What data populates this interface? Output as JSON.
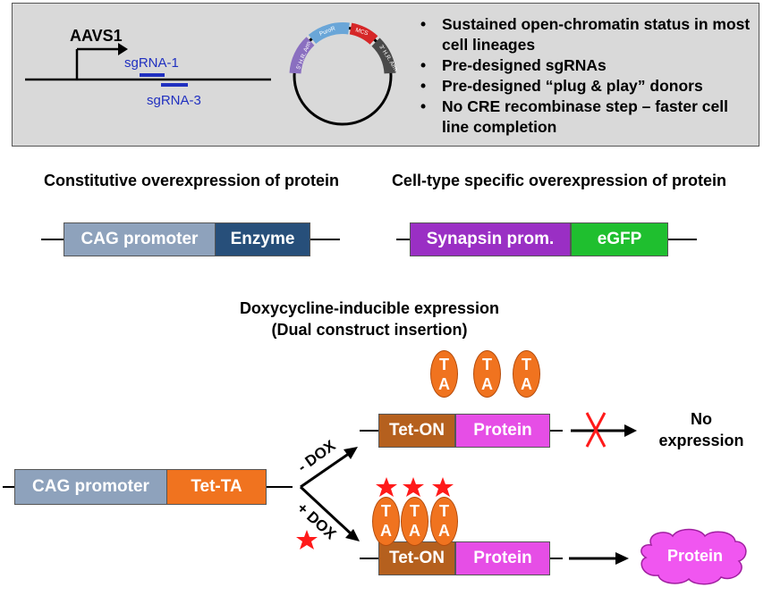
{
  "top_panel": {
    "locus": "AAVS1",
    "sgrna1": "sgRNA-1",
    "sgrna3": "sgRNA-3",
    "plasmid_segments": [
      "5' H.R. Arm",
      "PuroR",
      "MCS",
      "3' H.R. Arm"
    ],
    "bullets": [
      "Sustained open-chromatin status in most cell lineages",
      "Pre-designed sgRNAs",
      "Pre-designed “plug & play” donors",
      "No CRE recombinase step – faster cell line completion"
    ]
  },
  "constitutive": {
    "title": "Constitutive overexpression of protein",
    "promoter": "CAG promoter",
    "gene": "Enzyme"
  },
  "cell_specific": {
    "title": "Cell-type specific overexpression of protein",
    "promoter": "Synapsin prom.",
    "gene": "eGFP"
  },
  "inducible": {
    "title_line1": "Doxycycline-inducible expression",
    "title_line2": "(Dual construct insertion)",
    "left_promoter": "CAG promoter",
    "left_gene": "Tet-TA",
    "minus_dox": "- DOX",
    "plus_dox": "+ DOX",
    "ta_t": "T",
    "ta_a": "A",
    "tet_on": "Tet-ON",
    "protein": "Protein",
    "no_expression_line1": "No",
    "no_expression_line2": "expression",
    "output_protein": "Protein"
  },
  "colors": {
    "cag_grey_blue": "#8ea2bc",
    "enzyme_navy": "#274f7a",
    "synapsin_purple": "#9a2fc4",
    "egfp_green": "#1fbf2f",
    "tet_orange": "#f0731f",
    "tet_on_brown": "#b5601e",
    "protein_magenta": "#e64ee6",
    "red_x": "#ff1a1a",
    "sgrna_blue": "#2030c0"
  }
}
